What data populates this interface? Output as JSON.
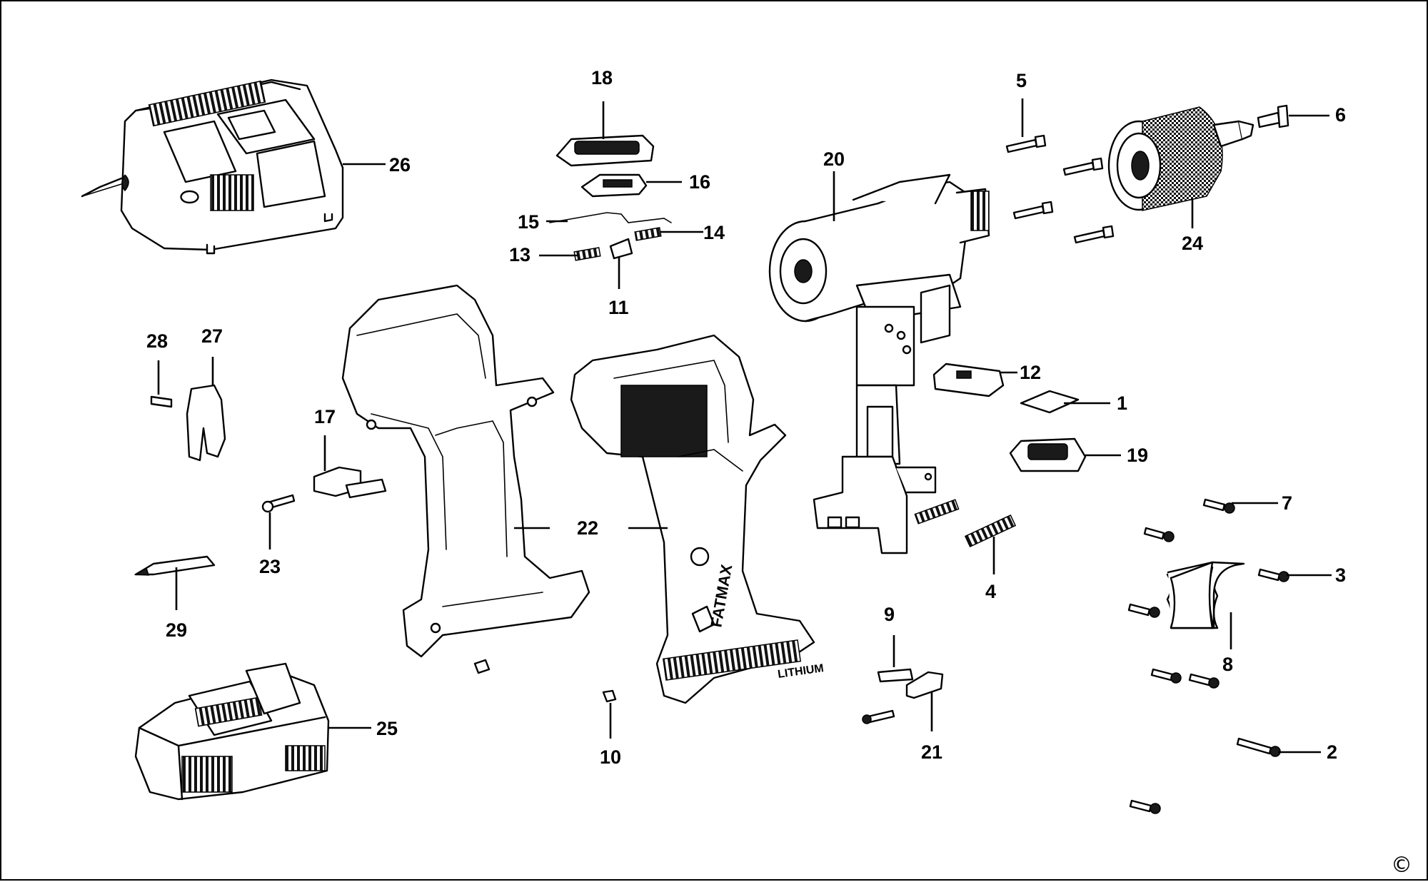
{
  "diagram": {
    "callouts": [
      "1",
      "2",
      "3",
      "4",
      "5",
      "6",
      "7",
      "8",
      "9",
      "10",
      "11",
      "12",
      "13",
      "14",
      "15",
      "16",
      "17",
      "18",
      "19",
      "20",
      "21",
      "22",
      "23",
      "24",
      "25",
      "26",
      "27",
      "28",
      "29"
    ],
    "copyright": "©",
    "brand_text": "FATMAX",
    "battery_text": "LITHIUM"
  }
}
